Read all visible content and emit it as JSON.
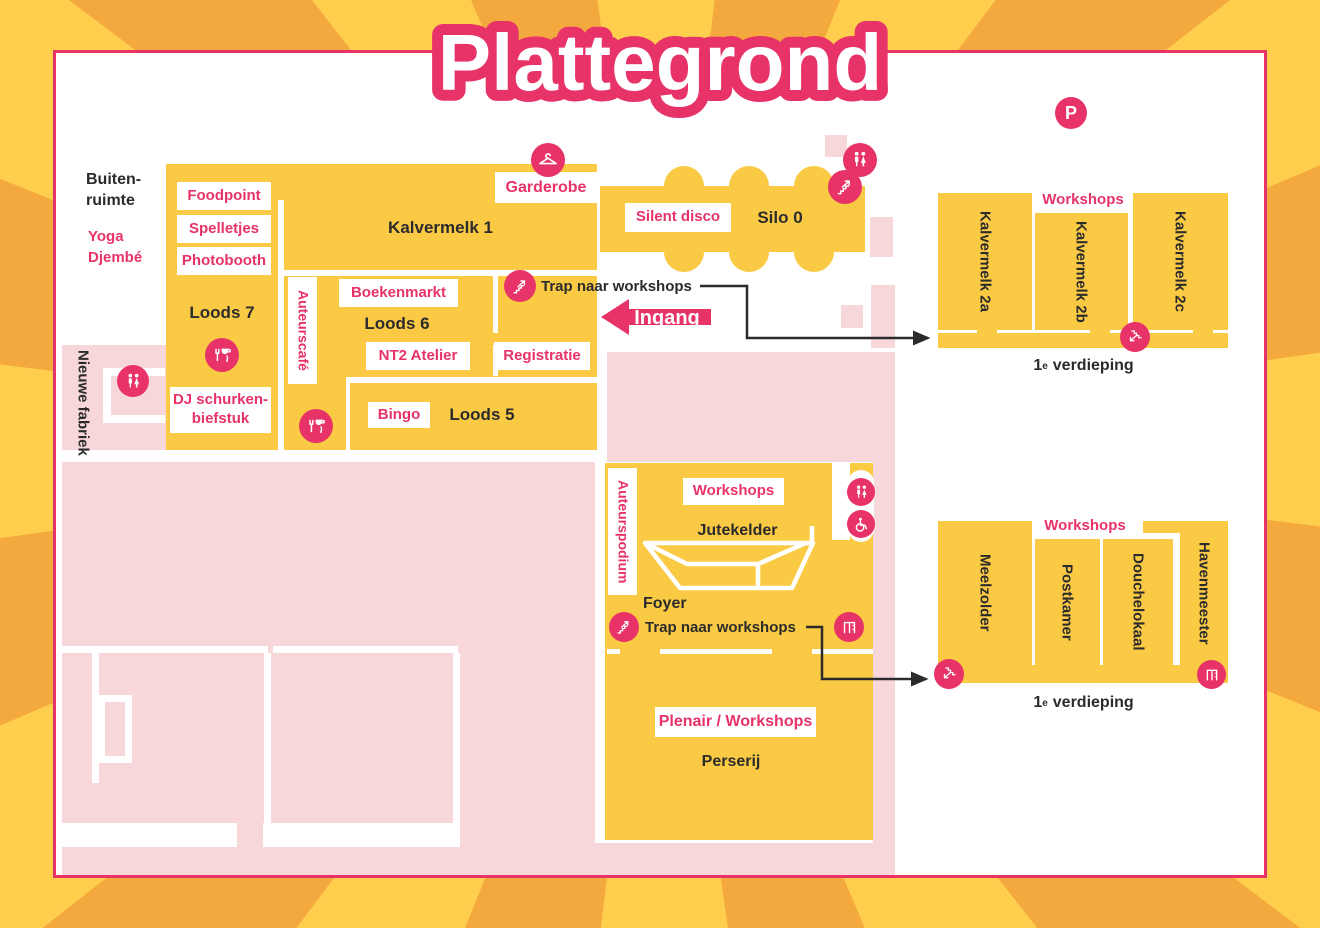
{
  "title": "Plattegrond",
  "colors": {
    "accent": "#E73367",
    "building_yellow": "#FBCA45",
    "area_pink": "#F8D7DA",
    "ray_yellow": "#FFCE4D",
    "ray_orange": "#F4A93E",
    "ink": "#2B2B2B"
  },
  "outdoor": {
    "buiten_line1": "Buiten-",
    "buiten_line2": "ruimte",
    "yoga": "Yoga",
    "djembe": "Djembé"
  },
  "nieuwe_fabriek_label": "Nieuwe fabriek",
  "loods7": {
    "name": "Loods 7",
    "foodpoint": "Foodpoint",
    "spelletjes": "Spelletjes",
    "photobooth": "Photobooth",
    "dj_line1": "DJ schurken-",
    "dj_line2": "biefstuk"
  },
  "kalvermelk1": {
    "name": "Kalvermelk 1",
    "garderobe": "Garderobe"
  },
  "loods6": {
    "name": "Loods 6",
    "boekenmarkt": "Boekenmarkt",
    "nt2_atelier": "NT2 Atelier",
    "auteurscafe": "Auteurscafé"
  },
  "loods5": {
    "name": "Loods 5",
    "bingo": "Bingo",
    "registratie": "Registratie"
  },
  "silo": {
    "name": "Silo 0",
    "silent_disco": "Silent disco"
  },
  "entrance_label": "Ingang",
  "stairs_note_top": "Trap naar workshops",
  "stairs_note_bottom": "Trap naar workshops",
  "floor1_top": {
    "workshops": "Workshops",
    "rooms": [
      "Kalvermelk 2a",
      "Kalvermelk 2b",
      "Kalvermelk 2c"
    ],
    "floor_num": "1",
    "floor_sup": "e",
    "floor_word": "verdieping"
  },
  "basement": {
    "auteurspodium": "Auteurspodium",
    "workshops": "Workshops",
    "jutekelder": "Jutekelder",
    "foyer": "Foyer",
    "plenair_workshops": "Plenair / Workshops",
    "perserij": "Perserij"
  },
  "floor1_bottom": {
    "workshops": "Workshops",
    "rooms": [
      "Meelzolder",
      "Postkamer",
      "Douchelokaal",
      "Havenmeester"
    ],
    "floor_num": "1",
    "floor_sup": "e",
    "floor_word": "verdieping"
  },
  "icons": {
    "parking_letter": "P"
  }
}
